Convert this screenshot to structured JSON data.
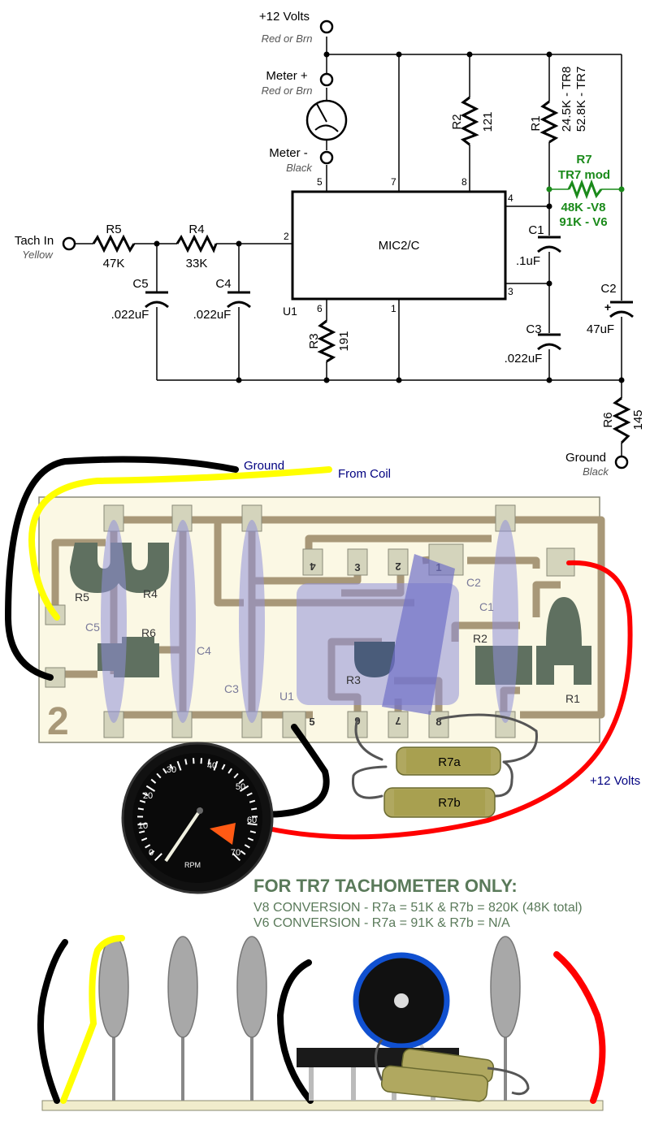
{
  "schematic": {
    "supply": {
      "name": "+12 Volts",
      "wire": "Red or Brn"
    },
    "meter_plus": {
      "name": "Meter +",
      "wire": "Red or Brn"
    },
    "meter_minus": {
      "name": "Meter -",
      "wire": "Black"
    },
    "tach_in": {
      "name": "Tach In",
      "wire": "Yellow"
    },
    "ground": {
      "name": "Ground",
      "wire": "Black"
    },
    "ic": {
      "ref": "U1",
      "label": "MIC2/C",
      "pins": [
        "5",
        "7",
        "8",
        "4",
        "2",
        "3",
        "6",
        "1"
      ]
    },
    "r5": {
      "ref": "R5",
      "value": "47K"
    },
    "r4": {
      "ref": "R4",
      "value": "33K"
    },
    "r2": {
      "ref": "R2",
      "value": "121"
    },
    "r1": {
      "ref": "R1",
      "value_a": "24.5K - TR8",
      "value_b": "52.8K - TR7"
    },
    "r3": {
      "ref": "R3",
      "value": "191"
    },
    "r6": {
      "ref": "R6",
      "value": "145"
    },
    "r7": {
      "ref": "R7",
      "note": "TR7 mod",
      "value_a": "48K -V8",
      "value_b": "91K - V6"
    },
    "c5": {
      "ref": "C5",
      "value": ".022uF"
    },
    "c4": {
      "ref": "C4",
      "value": ".022uF"
    },
    "c1": {
      "ref": "C1",
      "value": ".1uF"
    },
    "c3": {
      "ref": "C3",
      "value": ".022uF"
    },
    "c2": {
      "ref": "C2",
      "value": "47uF",
      "polarity": "+"
    }
  },
  "board": {
    "wire_ground": "Ground",
    "wire_coil": "From Coil",
    "wire_supply": "+12 Volts",
    "pads_top": [
      "4",
      "3",
      "2",
      "1"
    ],
    "pads_bottom": [
      "5",
      "6",
      "7",
      "8"
    ],
    "labels": [
      "R5",
      "R4",
      "C5",
      "R6",
      "C4",
      "C3",
      "U1",
      "R3",
      "C2",
      "C1",
      "R2",
      "R1"
    ],
    "board_number": "2",
    "r7a": "R7a",
    "r7b": "R7b"
  },
  "gauge": {
    "scale": [
      "0",
      "10",
      "20",
      "30",
      "40",
      "50",
      "60",
      "70"
    ],
    "unit": "RPM"
  },
  "note": {
    "title": "FOR TR7 TACHOMETER ONLY:",
    "line1": "V8 CONVERSION - R7a = 51K & R7b = 820K (48K total)",
    "line2": "V6 CONVERSION - R7a = 91K & R7b = N/A"
  },
  "colors": {
    "trace": "#a89878",
    "board": "#fbf8e4",
    "component": "#5f7060",
    "wire_red": "#ff0000",
    "wire_yellow": "#ffff00",
    "highlight": "#9090d8",
    "note_text": "#5a7a5a"
  }
}
